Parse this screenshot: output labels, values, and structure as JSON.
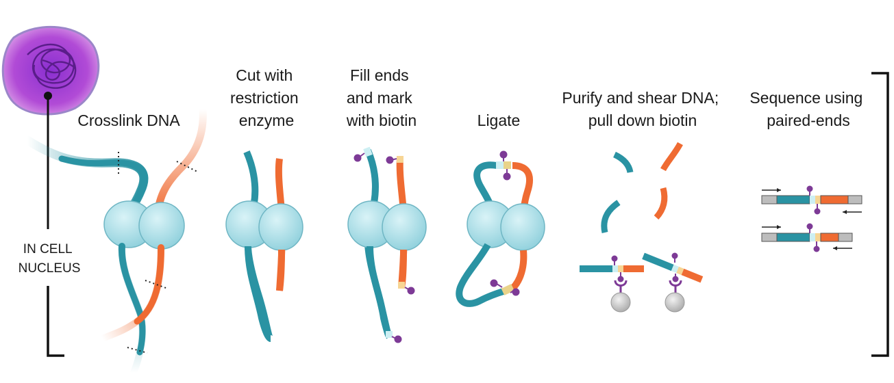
{
  "diagram": {
    "side_label": [
      "IN CELL",
      "NUCLEUS"
    ],
    "steps": [
      {
        "id": "crosslink",
        "title_lines": [
          "Crosslink DNA"
        ]
      },
      {
        "id": "cut",
        "title_lines": [
          "Cut with",
          "restriction",
          "enzyme"
        ]
      },
      {
        "id": "fill",
        "title_lines": [
          "Fill ends",
          "and mark",
          "with biotin"
        ]
      },
      {
        "id": "ligate",
        "title_lines": [
          "Ligate"
        ]
      },
      {
        "id": "purify",
        "title_lines": [
          "Purify and shear DNA;",
          "pull down biotin"
        ]
      },
      {
        "id": "sequence",
        "title_lines": [
          "Sequence using",
          "paired-ends"
        ]
      }
    ],
    "colors": {
      "teal_dna": "#2a93a3",
      "orange_dna": "#ef6b32",
      "biotin_purple": "#7d3a96",
      "protein_fill": "#a9dde6",
      "nucleus_fill": "#c85ad8",
      "bead_grey": "#c8c8c8",
      "adapter_grey": "#bdbdbd"
    }
  }
}
